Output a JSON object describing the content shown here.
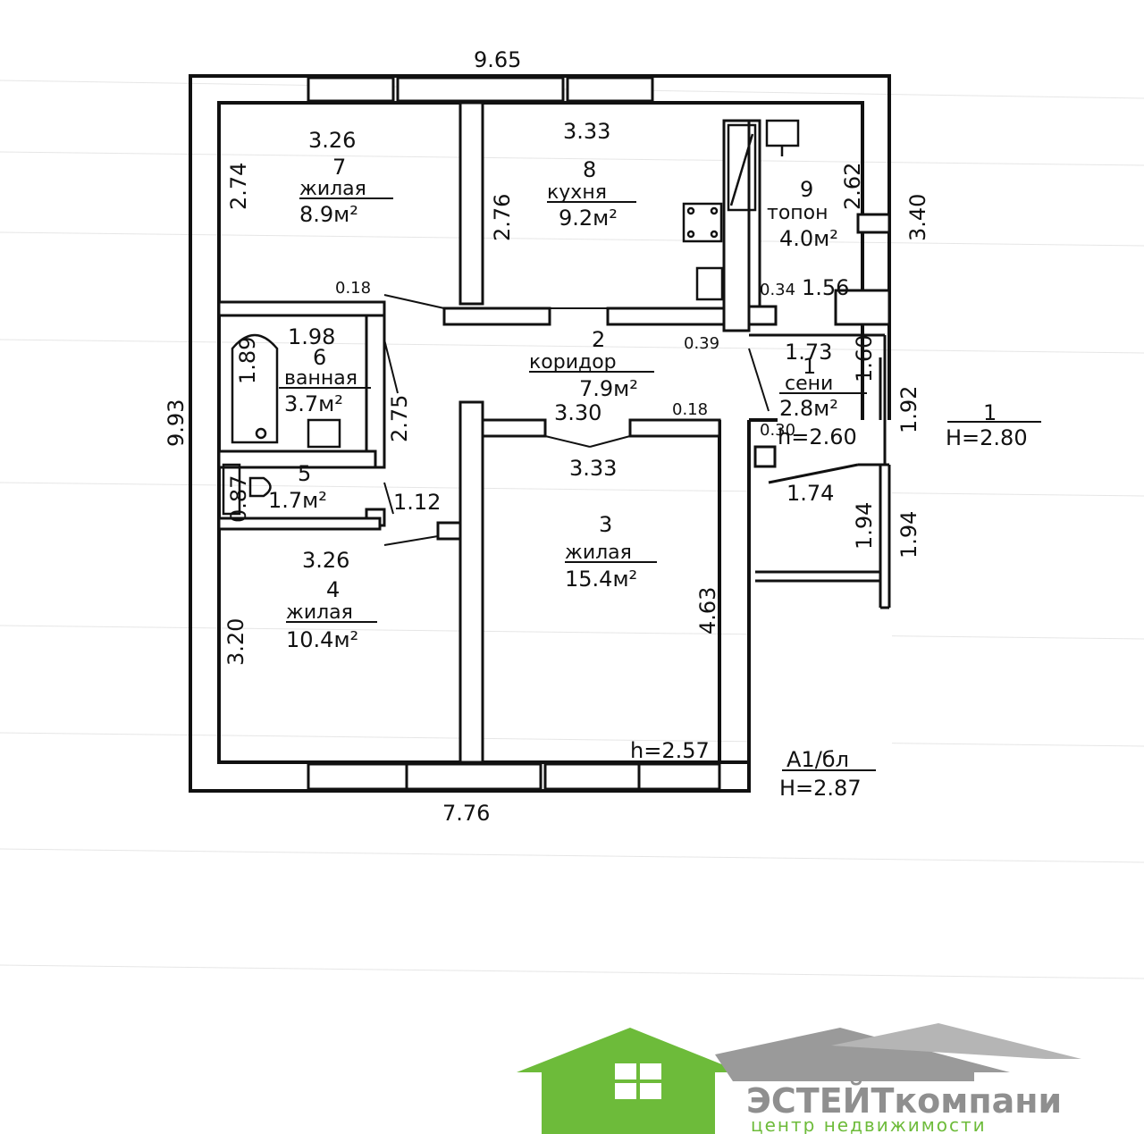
{
  "dimensions": {
    "top_total": "9.65",
    "bottom_total": "7.76",
    "left_total": "9.93",
    "right_upper": "3.40",
    "right_mid": "1.92",
    "right_lower": "1.94",
    "ext_lower": "1.94",
    "ext_width": "1.74",
    "r7_width": "3.26",
    "r7_height": "2.74",
    "r8_width": "3.33",
    "r8_height": "2.76",
    "r9_height": "2.62",
    "r6_width": "1.98",
    "r6_height": "1.89",
    "r6_side": "2.75",
    "r5_height": "0.87",
    "r5_width": "1.12",
    "r4_width": "3.26",
    "r4_height": "3.20",
    "r2_width": "3.30",
    "r3_width": "3.33",
    "r3_height": "4.63",
    "r1_width": "1.73",
    "r1_height": "1.60",
    "d018a": "0.18",
    "d018b": "0.18",
    "d034": "0.34",
    "d156": "1.56",
    "d039": "0.39",
    "d030": "0.30"
  },
  "rooms": {
    "r7": {
      "num": "7",
      "name": "жилая",
      "area": "8.9м²"
    },
    "r8": {
      "num": "8",
      "name": "кухня",
      "area": "9.2м²"
    },
    "r9": {
      "num": "9",
      "name": "топон",
      "area": "4.0м²"
    },
    "r6": {
      "num": "6",
      "name": "ванная",
      "area": "3.7м²"
    },
    "r2": {
      "num": "2",
      "name": "коридор",
      "area": "7.9м²"
    },
    "r1": {
      "num": "1",
      "name": "сени",
      "area": "2.8м²"
    },
    "r5": {
      "num": "5",
      "area": "1.7м²"
    },
    "r3": {
      "num": "3",
      "name": "жилая",
      "area": "15.4м²"
    },
    "r4": {
      "num": "4",
      "name": "жилая",
      "area": "10.4м²"
    }
  },
  "heights": {
    "main": "h=2.57",
    "porch": "h=2.60",
    "legend_num": "1",
    "legend_h": "H=2.80",
    "building_code": "A1/бл",
    "building_h": "H=2.87"
  },
  "logo": {
    "brand": "ЭСТЕЙТкомпани",
    "tagline": "центр недвижимости",
    "green": "#6dbb3a",
    "gray": "#9a9a9a"
  }
}
